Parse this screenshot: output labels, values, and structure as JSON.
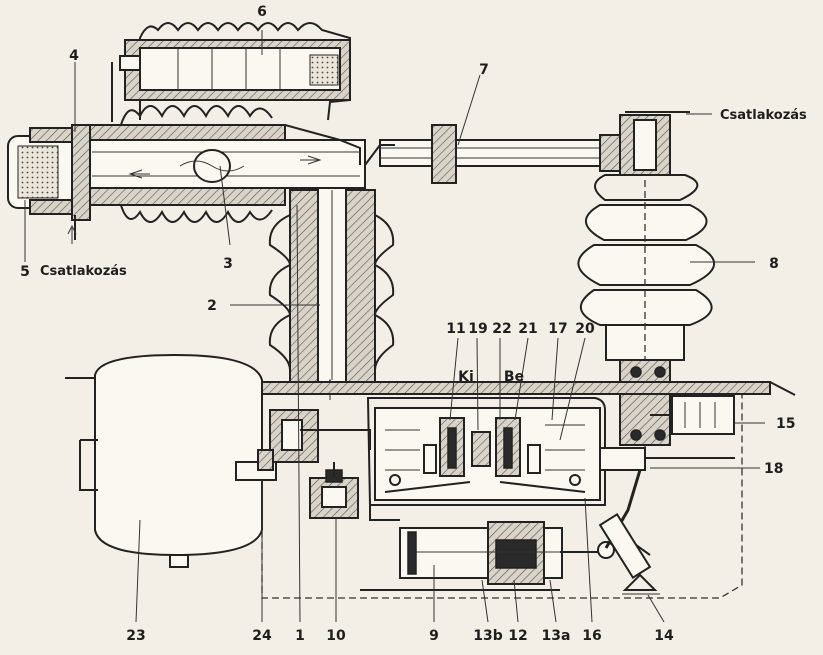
{
  "labels": {
    "l1": "1",
    "l2": "2",
    "l3": "3",
    "l4": "4",
    "l5": "5",
    "l6": "6",
    "l7": "7",
    "l8": "8",
    "l9": "9",
    "l10": "10",
    "l11": "11",
    "l12": "12",
    "l13a": "13a",
    "l13b": "13b",
    "l14": "14",
    "l15": "15",
    "l16": "16",
    "l17": "17",
    "l18": "18",
    "l19": "19",
    "l20": "20",
    "l21": "21",
    "l22": "22",
    "l23": "23",
    "l24": "24"
  },
  "annotations": {
    "connection_left": "Csatlakozás",
    "connection_right": "Csatlakozás",
    "ki": "Ki",
    "be": "Be"
  }
}
